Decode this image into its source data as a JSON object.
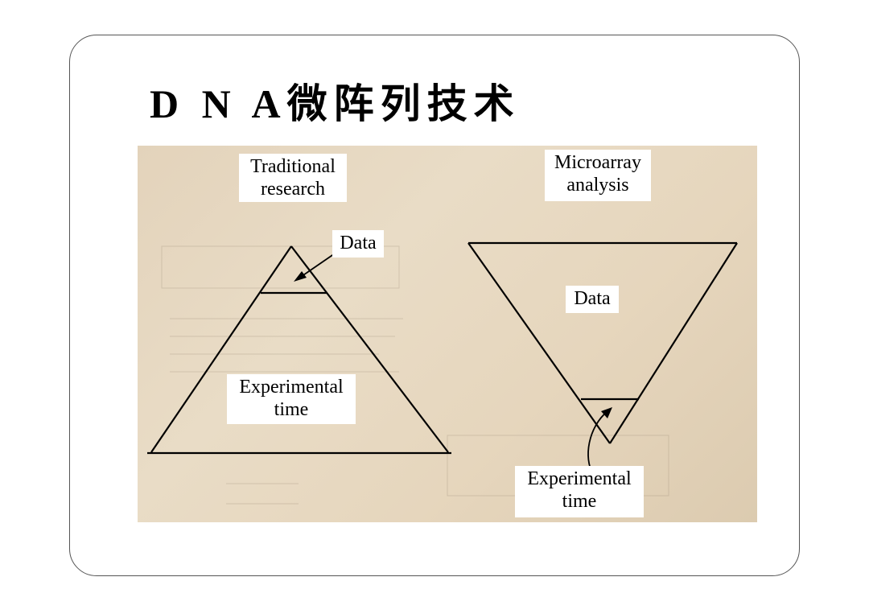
{
  "slide": {
    "title": "D N A微阵列技术"
  },
  "diagram": {
    "traditional": {
      "heading_line1": "Traditional",
      "heading_line2": "research",
      "data_label": "Data",
      "time_line1": "Experimental",
      "time_line2": "time"
    },
    "microarray": {
      "heading_line1": "Microarray",
      "heading_line2": "analysis",
      "data_label": "Data",
      "time_line1": "Experimental",
      "time_line2": "time"
    }
  }
}
